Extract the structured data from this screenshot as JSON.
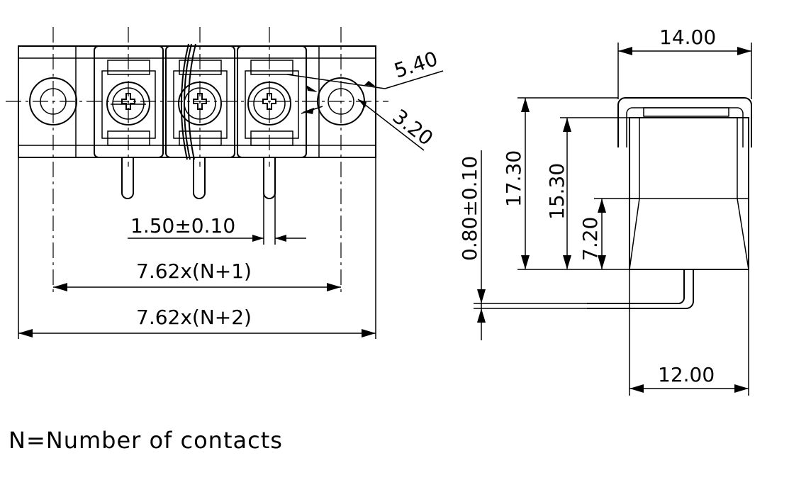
{
  "front_view": {
    "dim_pitch_n1": "7.62x(N+1)",
    "dim_pitch_n2": "7.62x(N+2)",
    "dim_pin_width": "1.50±0.10",
    "dim_hole_outer": "5.40",
    "dim_hole_inner": "3.20"
  },
  "side_view": {
    "dim_top_width": "14.00",
    "dim_bottom_width": "12.00",
    "dim_total_height": "17.30",
    "dim_body_height": "15.30",
    "dim_lower_height": "7.20",
    "dim_pin_thickness": "0.80±0.10"
  },
  "note": "N=Number of contacts"
}
